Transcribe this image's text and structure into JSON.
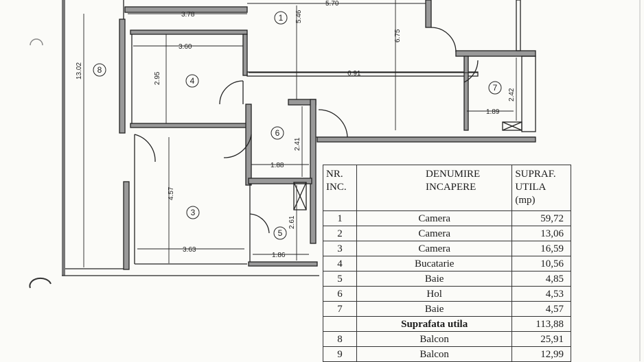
{
  "plan": {
    "rooms": [
      {
        "id": "1",
        "label": "1"
      },
      {
        "id": "3",
        "label": "3"
      },
      {
        "id": "4",
        "label": "4"
      },
      {
        "id": "5",
        "label": "5"
      },
      {
        "id": "6",
        "label": "6"
      },
      {
        "id": "7",
        "label": "7"
      },
      {
        "id": "8",
        "label": "8"
      }
    ],
    "dimensions": {
      "d378": "3.78",
      "d570": "5.70",
      "d546": "5.46",
      "d675": "6.75",
      "d360": "3.60",
      "d295": "2.95",
      "d691": "6.91",
      "d242": "2.42",
      "d189": "1.89",
      "d1302": "13.02",
      "d241": "2.41",
      "d188": "1.88",
      "d457": "4.57",
      "d261": "2.61",
      "d363": "3.63",
      "d186": "1.86"
    }
  },
  "table": {
    "headers": {
      "nr": "NR. INC.",
      "denumire": "DENUMIRE INCAPERE",
      "supraf": "SUPRAF. UTILA (mp)"
    },
    "rows": [
      {
        "nr": "1",
        "name": "Camera",
        "area": "59,72"
      },
      {
        "nr": "2",
        "name": "Camera",
        "area": "13,06"
      },
      {
        "nr": "3",
        "name": "Camera",
        "area": "16,59"
      },
      {
        "nr": "4",
        "name": "Bucatarie",
        "area": "10,56"
      },
      {
        "nr": "5",
        "name": "Baie",
        "area": "4,85"
      },
      {
        "nr": "6",
        "name": "Hol",
        "area": "4,53"
      },
      {
        "nr": "7",
        "name": "Baie",
        "area": "4,57"
      }
    ],
    "total": {
      "name": "Suprafata utila",
      "area": "113,88"
    },
    "balconies": [
      {
        "nr": "8",
        "name": "Balcon",
        "area": "25,91"
      },
      {
        "nr": "9",
        "name": "Balcon",
        "area": "12,99"
      }
    ]
  }
}
